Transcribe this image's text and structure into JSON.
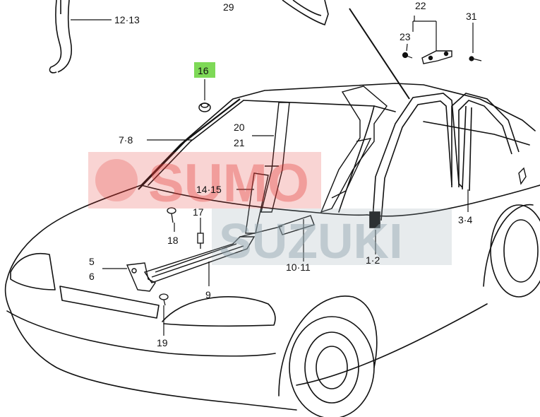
{
  "diagram": {
    "watermark": {
      "line1": "SUMO",
      "line2": "SUZUKI",
      "color_red": "#e53935",
      "color_grey": "#90a4ae"
    },
    "highlight_color": "#7ed957",
    "callouts": [
      {
        "id": "c-12-13",
        "text": "12·13"
      },
      {
        "id": "c-29",
        "text": "29"
      },
      {
        "id": "c-22",
        "text": "22"
      },
      {
        "id": "c-23",
        "text": "23"
      },
      {
        "id": "c-31",
        "text": "31"
      },
      {
        "id": "c-16",
        "text": "16",
        "highlighted": true
      },
      {
        "id": "c-7-8",
        "text": "7·8"
      },
      {
        "id": "c-20",
        "text": "20"
      },
      {
        "id": "c-21",
        "text": "21"
      },
      {
        "id": "c-14-15",
        "text": "14·15"
      },
      {
        "id": "c-17",
        "text": "17"
      },
      {
        "id": "c-18",
        "text": "18"
      },
      {
        "id": "c-3-4",
        "text": "3·4"
      },
      {
        "id": "c-5",
        "text": "5"
      },
      {
        "id": "c-6",
        "text": "6"
      },
      {
        "id": "c-9",
        "text": "9"
      },
      {
        "id": "c-10-11",
        "text": "10·11"
      },
      {
        "id": "c-1-2",
        "text": "1·2"
      },
      {
        "id": "c-19",
        "text": "19"
      }
    ]
  }
}
